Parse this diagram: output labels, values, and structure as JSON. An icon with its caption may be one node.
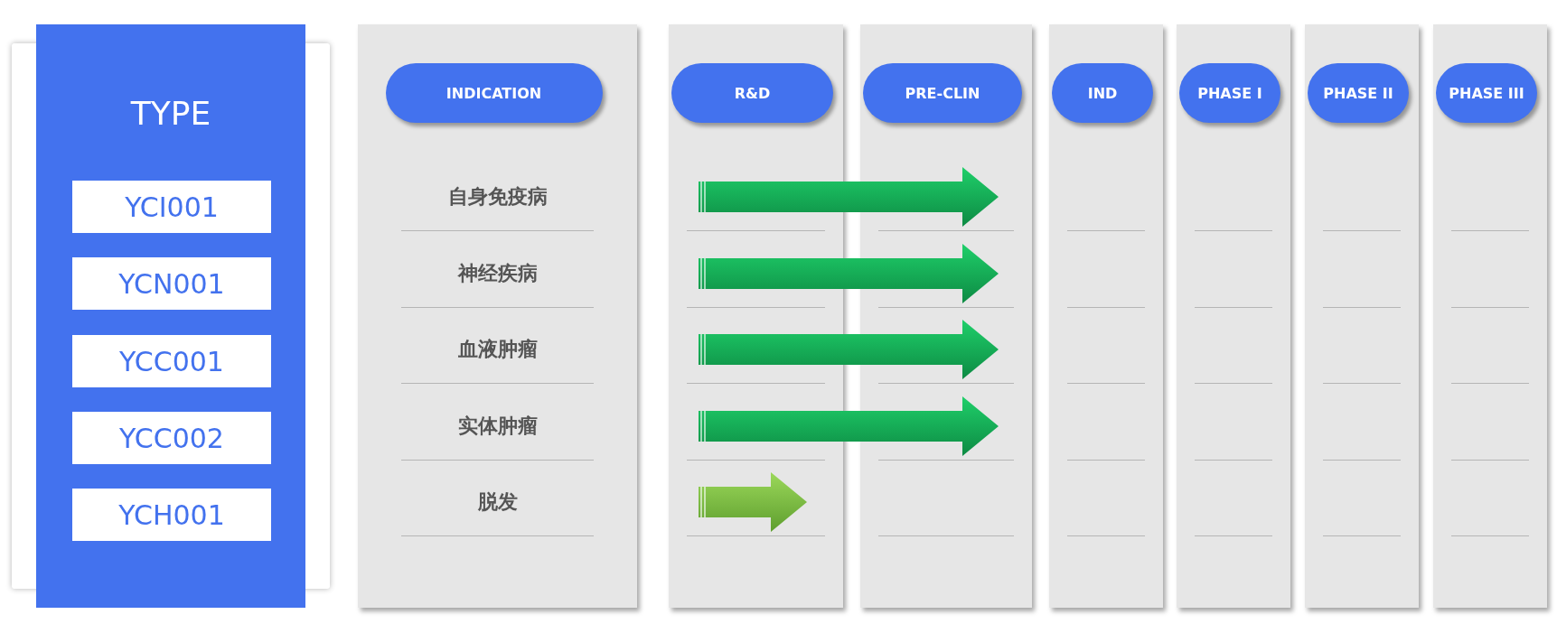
{
  "diagram": {
    "nodes": [
      {
        "text": [
          "TYPE"
        ]
      },
      {
        "text": [
          "YCI001"
        ],
        "in": 0
      },
      {
        "text": [
          "YCN001"
        ],
        "in": 0
      },
      {
        "text": [
          "YCC001"
        ],
        "in": 0
      },
      {
        "text": [
          "YCC002"
        ],
        "in": 0
      },
      {
        "text": [
          "YCH001"
        ],
        "in": 0
      },
      {
        "text": [
          "INDICATION"
        ]
      },
      {
        "text": [
          "R&D"
        ]
      },
      {
        "text": [
          "PRE-CLIN"
        ]
      },
      {
        "text": [
          "IND"
        ]
      },
      {
        "text": [
          "PHASE I"
        ]
      },
      {
        "text": [
          "PHASE II"
        ]
      },
      {
        "text": [
          "PHASE III"
        ]
      }
    ],
    "labels": [
      "自身免疫病",
      "神经疾病",
      "血液肿瘤",
      "实体肿瘤",
      "脱发"
    ]
  }
}
